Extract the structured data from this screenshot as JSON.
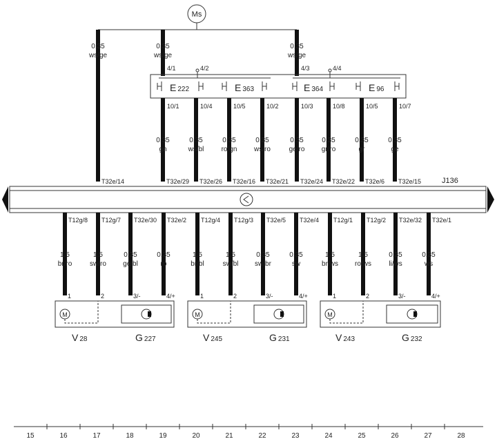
{
  "ground_label": "Ms",
  "module_label": "J136",
  "top_feeds": [
    {
      "size": "0.35",
      "color": "ws/ge"
    },
    {
      "size": "0.35",
      "color": "ws/ge"
    },
    {
      "size": "0.35",
      "color": "ws/ge"
    }
  ],
  "switch_block": {
    "pins": [
      "4/1",
      "4/2",
      "4/3",
      "4/4"
    ],
    "switches": [
      {
        "name": "E",
        "sub": "222"
      },
      {
        "name": "E",
        "sub": "363"
      },
      {
        "name": "E",
        "sub": "364"
      },
      {
        "name": "E",
        "sub": "96"
      }
    ]
  },
  "switch_wires": [
    {
      "pin": "10/1",
      "size": "0.35",
      "color": "gn",
      "conn": "T32e/29"
    },
    {
      "pin": "10/4",
      "size": "0.35",
      "color": "ws/bl",
      "conn": "T32e/26"
    },
    {
      "pin": "10/5",
      "size": "0.35",
      "color": "ro/gn",
      "conn": "T32e/16"
    },
    {
      "pin": "10/2",
      "size": "0.35",
      "color": "ws/ro",
      "conn": "T32e/21"
    },
    {
      "pin": "10/3",
      "size": "0.35",
      "color": "ge/ro",
      "conn": "T32e/24"
    },
    {
      "pin": "10/8",
      "size": "0.35",
      "color": "gr/ro",
      "conn": "T32e/22"
    },
    {
      "pin": "10/5",
      "size": "0.35",
      "color": "gr",
      "conn": "T32e/6"
    },
    {
      "pin": "10/7",
      "size": "0.35",
      "color": "ge",
      "conn": "T32e/15"
    }
  ],
  "feed_conn": "T32e/14",
  "bottom_wires": [
    {
      "conn": "T12g/8",
      "size": "1.5",
      "color": "br/ro",
      "pin": "1"
    },
    {
      "conn": "T12g/7",
      "size": "1.5",
      "color": "sw/ro",
      "pin": "2"
    },
    {
      "conn": "T32e/30",
      "size": "0.35",
      "color": "ge/bl",
      "pin": "3/-"
    },
    {
      "conn": "T32e/2",
      "size": "0.35",
      "color": "ro",
      "pin": "4/+"
    },
    {
      "conn": "T12g/4",
      "size": "1.5",
      "color": "br/bl",
      "pin": "1"
    },
    {
      "conn": "T12g/3",
      "size": "1.5",
      "color": "sw/bl",
      "pin": "2"
    },
    {
      "conn": "T32e/5",
      "size": "0.35",
      "color": "sw/br",
      "pin": "3/-"
    },
    {
      "conn": "T32e/4",
      "size": "0.35",
      "color": "sw",
      "pin": "4/+"
    },
    {
      "conn": "T12g/1",
      "size": "1.5",
      "color": "br/ws",
      "pin": "1"
    },
    {
      "conn": "T12g/2",
      "size": "1.5",
      "color": "ro/ws",
      "pin": "2"
    },
    {
      "conn": "T32e/32",
      "size": "0.35",
      "color": "li/ws",
      "pin": "3/-"
    },
    {
      "conn": "T32e/1",
      "size": "0.35",
      "color": "ws",
      "pin": "4/+"
    }
  ],
  "motors": [
    {
      "name": "V",
      "sub": "28"
    },
    {
      "name": "V",
      "sub": "245"
    },
    {
      "name": "V",
      "sub": "243"
    }
  ],
  "sensors": [
    {
      "name": "G",
      "sub": "227"
    },
    {
      "name": "G",
      "sub": "231"
    },
    {
      "name": "G",
      "sub": "232"
    }
  ],
  "columns": [
    "15",
    "16",
    "17",
    "18",
    "19",
    "20",
    "21",
    "22",
    "23",
    "24",
    "25",
    "26",
    "27",
    "28"
  ]
}
